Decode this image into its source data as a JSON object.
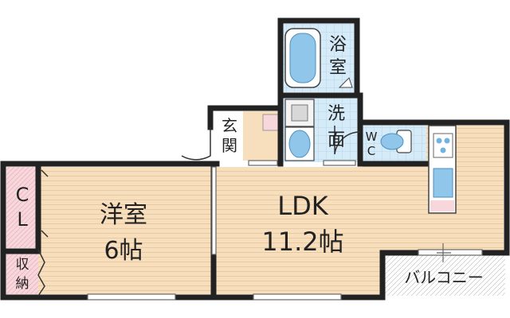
{
  "rooms": {
    "western_room": {
      "name": "洋室",
      "size": "6帖"
    },
    "ldk": {
      "name": "LDK",
      "size": "11.2帖"
    },
    "bath": {
      "line1": "浴",
      "line2": "室"
    },
    "washroom": {
      "line1": "洗",
      "line2": "面"
    },
    "toilet": {
      "line1": "W",
      "line2": "C"
    },
    "entrance": {
      "line1": "玄",
      "line2": "関"
    },
    "closet": {
      "line1": "C",
      "line2": "L"
    },
    "storage": {
      "line1": "収",
      "line2": "納"
    },
    "balcony": {
      "name": "バルコニー"
    }
  },
  "colors": {
    "wood_floor": "#f7dfbd",
    "wood_line": "#e8c9a0",
    "tile_floor": "#cfe6f7",
    "closet_pink": "#f8d7dc",
    "wall": "#222222",
    "fixture_blue": "#6fb3e0"
  }
}
